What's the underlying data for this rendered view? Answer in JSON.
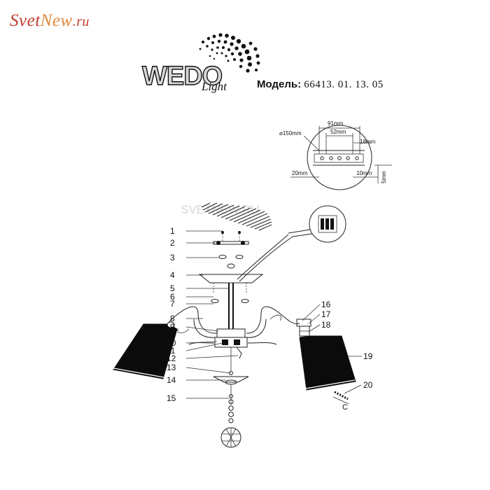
{
  "site_logo": {
    "part1": "Svet",
    "part2": "New",
    "part3": ".ru"
  },
  "brand": {
    "name": "WEDO",
    "sub": "Light"
  },
  "model": {
    "label": "Модель:",
    "value": "66413. 01. 13. 05"
  },
  "watermark": "SVETNEW.RU",
  "detail_dimensions": {
    "d150": "⌀150mm",
    "w91": "91mm",
    "w52": "52mm",
    "h18": "18mm",
    "w20": "20mm",
    "w10": "10mm",
    "h5": "5mm"
  },
  "callouts": [
    "1",
    "2",
    "3",
    "4",
    "5",
    "6",
    "7",
    "8",
    "9",
    "10",
    "11",
    "12",
    "13",
    "14",
    "15",
    "16",
    "17",
    "18",
    "19",
    "20"
  ],
  "colors": {
    "logo_red": "#c23a2c",
    "logo_orange": "#e0873a",
    "ink": "#111111",
    "shade": "#0b0b0b"
  }
}
